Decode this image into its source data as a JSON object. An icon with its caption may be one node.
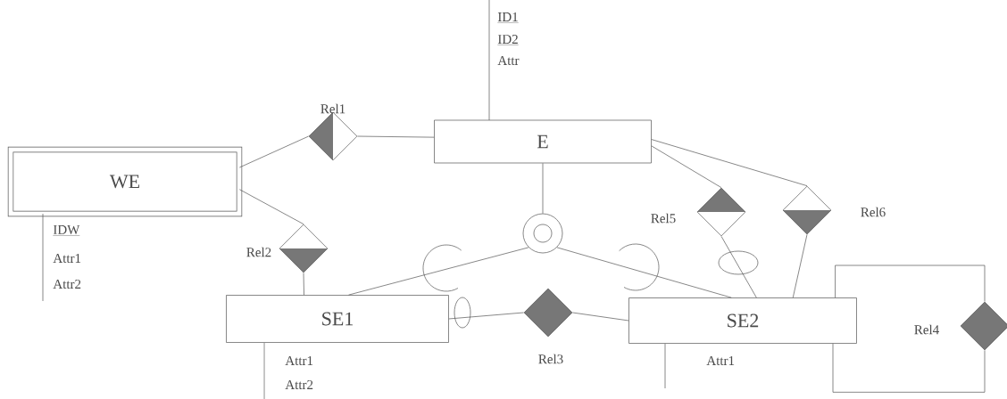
{
  "diagram": {
    "nodes": [
      {
        "text": [
          "WE"
        ],
        "beside": [
          "IDW",
          "Attr1",
          "Attr2"
        ]
      },
      {
        "text": [
          "Rel1"
        ]
      },
      {
        "text": [
          "E"
        ],
        "beside": [
          "ID1",
          "ID2",
          "Attr"
        ]
      },
      {
        "text": [
          "Rel2"
        ]
      },
      {
        "text": [
          "SE1"
        ],
        "beside": [
          "Attr1",
          "Attr2"
        ]
      },
      {
        "text": [],
        "shape": "circle"
      },
      {
        "text": [
          "Rel3"
        ]
      },
      {
        "text": [
          "SE2"
        ],
        "beside": [
          "Attr1"
        ]
      },
      {
        "text": [
          "Rel5"
        ]
      },
      {
        "text": [
          "Rel6"
        ]
      },
      {
        "text": [
          "Rel4"
        ]
      }
    ],
    "edges": [
      {
        "from": 0,
        "to": 1,
        "arrow": "none"
      },
      {
        "from": 1,
        "to": 2,
        "arrow": "none"
      },
      {
        "from": 0,
        "to": 3,
        "arrow": "none"
      },
      {
        "from": 3,
        "to": 4,
        "arrow": "none"
      },
      {
        "from": 2,
        "to": 5,
        "arrow": "none"
      },
      {
        "from": 5,
        "to": 4,
        "arrow": "none"
      },
      {
        "from": 5,
        "to": 7,
        "arrow": "none"
      },
      {
        "from": 4,
        "to": 6,
        "arrow": "none"
      },
      {
        "from": 6,
        "to": 7,
        "arrow": "none"
      },
      {
        "from": 2,
        "to": 8,
        "arrow": "none"
      },
      {
        "from": 8,
        "to": 7,
        "arrow": "none"
      },
      {
        "from": 2,
        "to": 9,
        "arrow": "none"
      },
      {
        "from": 9,
        "to": 7,
        "arrow": "none"
      },
      {
        "from": 7,
        "to": 10,
        "arrow": "none"
      },
      {
        "from": 10,
        "to": 7,
        "arrow": "none"
      }
    ]
  }
}
